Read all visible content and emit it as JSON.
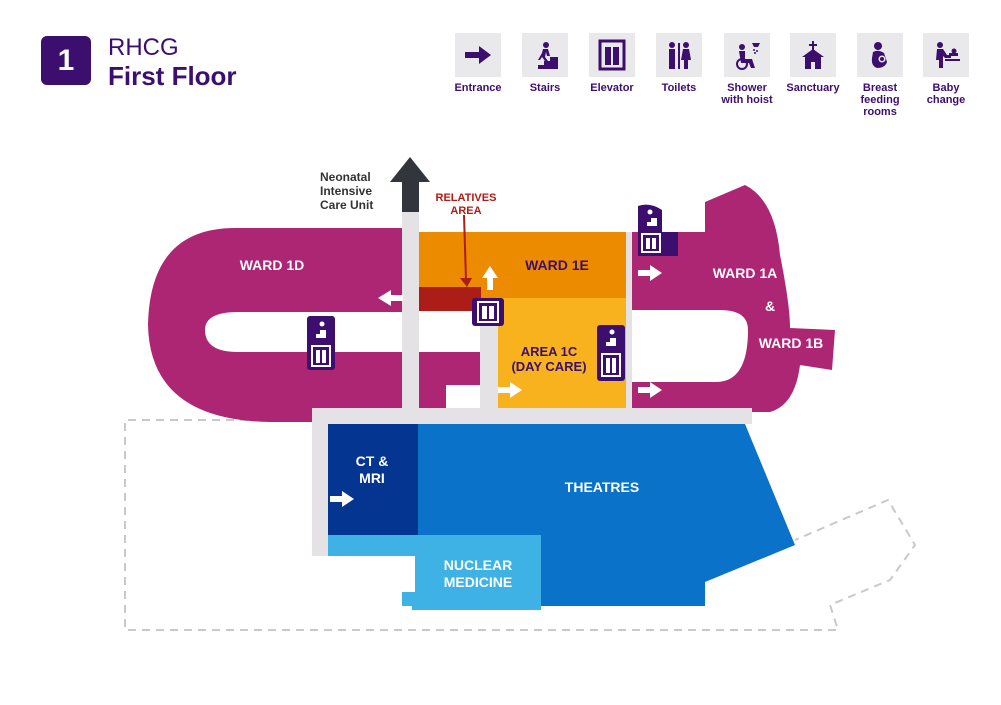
{
  "header": {
    "floor_number": "1",
    "site": "RHCG",
    "floor": "First Floor"
  },
  "legend": [
    {
      "label": "Entrance",
      "icon": "entrance-arrow-icon"
    },
    {
      "label": "Stairs",
      "icon": "stairs-icon"
    },
    {
      "label": "Elevator",
      "icon": "elevator-icon"
    },
    {
      "label": "Toilets",
      "icon": "toilets-icon"
    },
    {
      "label": "Shower with hoist",
      "icon": "shower-hoist-icon"
    },
    {
      "label": "Sanctuary",
      "icon": "sanctuary-icon"
    },
    {
      "label": "Breast feeding rooms",
      "icon": "breastfeeding-icon"
    },
    {
      "label": "Baby change",
      "icon": "baby-change-icon"
    }
  ],
  "map": {
    "nicu": "Neonatal Intensive Care Unit",
    "relatives_area": "RELATIVES AREA",
    "ward_1d": "WARD 1D",
    "ward_1e": "WARD 1E",
    "ward_1a": "WARD 1A",
    "ampersand": "&",
    "ward_1b": "WARD 1B",
    "area_1c": "AREA 1C",
    "day_care": "(DAY CARE)",
    "ct_mri_line1": "CT &",
    "ct_mri_line2": "MRI",
    "theatres": "THEATRES",
    "nuclear_line1": "NUCLEAR",
    "nuclear_line2": "MEDICINE"
  },
  "colors": {
    "purple": "#3c0f6e",
    "ward_magenta": "#ac2674",
    "ward_1e_orange": "#ec8a00",
    "area_1c_yellow": "#f7b21d",
    "relatives_red": "#ad1d17",
    "theatres_blue": "#0a72c9",
    "ct_navy": "#043590",
    "nuclear_cyan": "#3eb1e5",
    "corridor_grey": "#e4e2e5",
    "nicu_arrow": "#32363c"
  }
}
